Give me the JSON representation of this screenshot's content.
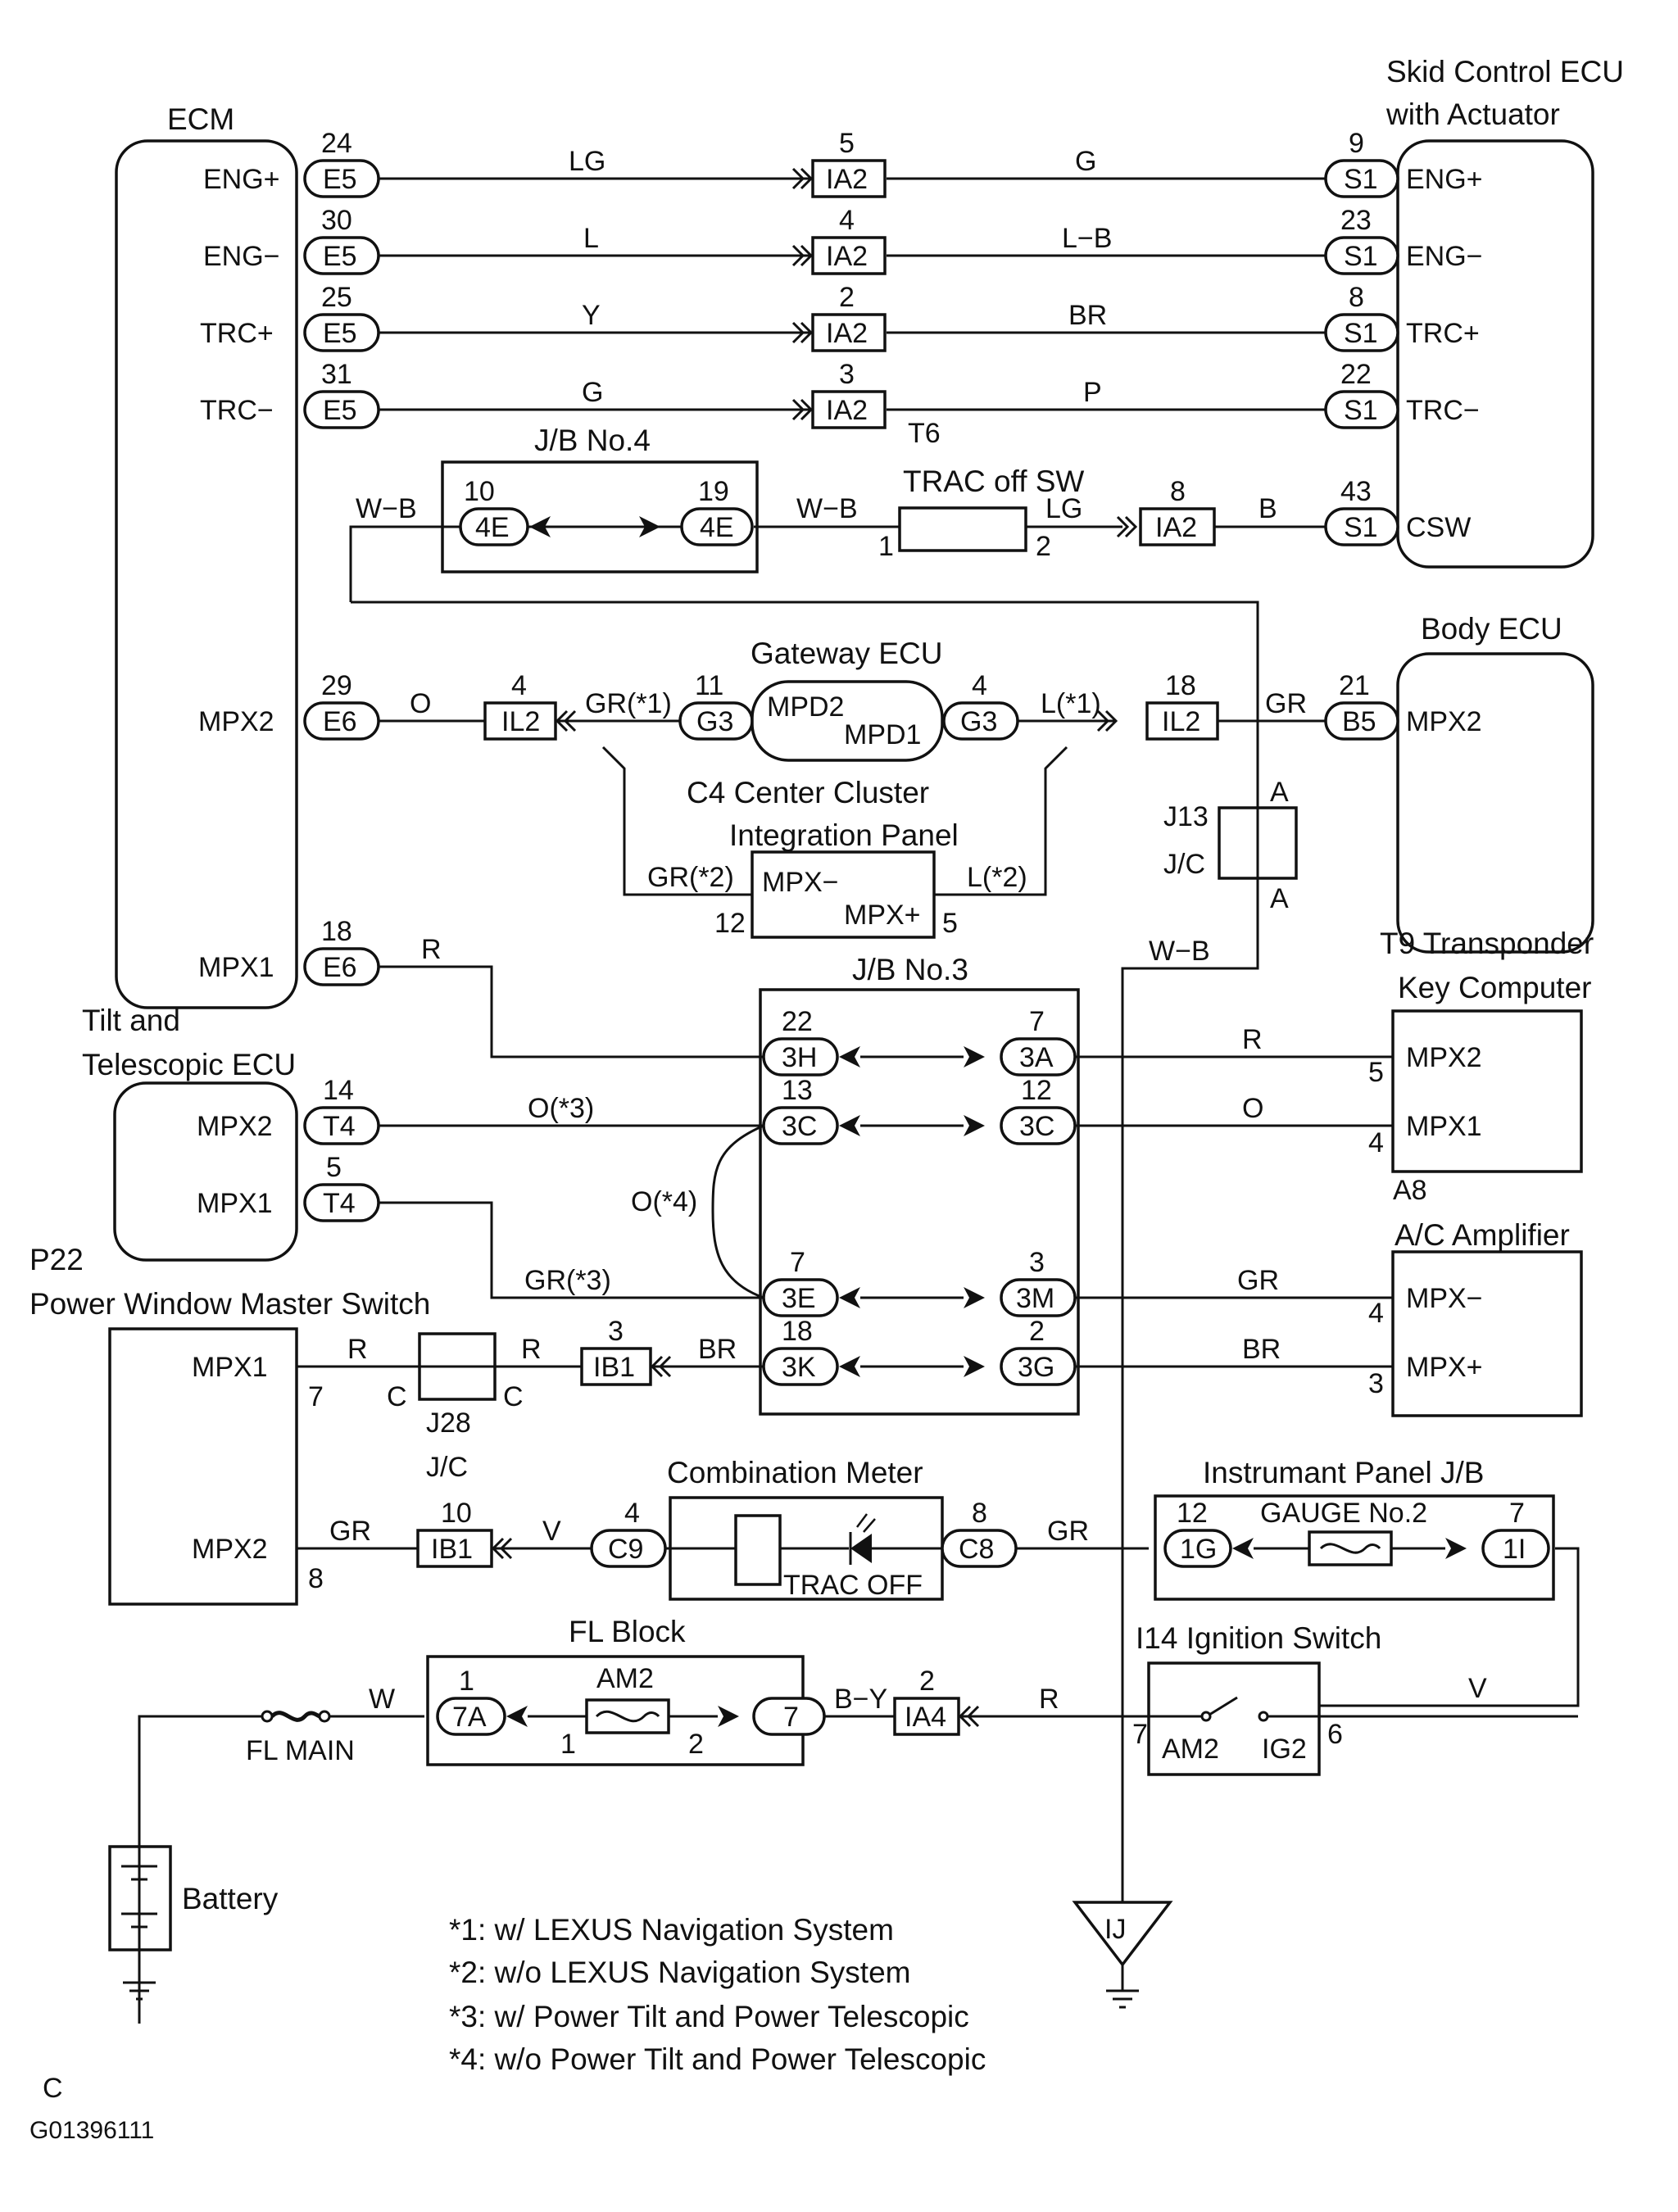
{
  "modules": {
    "ecm": "ECM",
    "skid_l1": "Skid Control ECU",
    "skid_l2": "with Actuator",
    "jb4": "J/B No.4",
    "trac_sw": "TRAC off SW",
    "t6": "T6",
    "gateway": "Gateway ECU",
    "body_ecu": "Body ECU",
    "c4_l1": "C4 Center Cluster",
    "c4_l2": "Integration Panel",
    "j13": "J13",
    "j13_jc": "J/C",
    "jb3": "J/B No.3",
    "t9_l1": "T9 Transponder",
    "t9_l2": "Key Computer",
    "tilt_l1": "Tilt and",
    "tilt_l2": "Telescopic ECU",
    "a8": "A8",
    "ac_amp": "A/C Amplifier",
    "p22": "P22",
    "pwms": "Power Window Master Switch",
    "j28": "J28",
    "j28_jc": "J/C",
    "combo": "Combination Meter",
    "trac_off": "TRAC OFF",
    "ipjb": "Instrumant Panel J/B",
    "gauge": "GAUGE No.2",
    "fl_block": "FL Block",
    "am2_fuse": "AM2",
    "i14": "I14 Ignition Switch",
    "ign_am2": "AM2",
    "ign_ig2": "IG2",
    "fl_main": "FL MAIN",
    "battery": "Battery",
    "ij": "IJ"
  },
  "pins": {
    "ecm_engp": "ENG+",
    "ecm_engm": "ENG−",
    "ecm_trcp": "TRC+",
    "ecm_trcm": "TRC−",
    "ecm_mpx2": "MPX2",
    "ecm_mpx1": "MPX1",
    "s_engp": "ENG+",
    "s_engm": "ENG−",
    "s_trcp": "TRC+",
    "s_trcm": "TRC−",
    "s_csw": "CSW",
    "gw_mpd2": "MPD2",
    "gw_mpd1": "MPD1",
    "body_mpx2": "MPX2",
    "c4_mpxm": "MPX−",
    "c4_mpxp": "MPX+",
    "t9_mpx2": "MPX2",
    "t9_mpx1": "MPX1",
    "tilt_mpx2": "MPX2",
    "tilt_mpx1": "MPX1",
    "ac_mpxm": "MPX−",
    "ac_mpxp": "MPX+",
    "pw_mpx1": "MPX1",
    "pw_mpx2": "MPX2"
  },
  "connectors": {
    "e5": "E5",
    "s1": "S1",
    "ia2": "IA2",
    "e6": "E6",
    "il2": "IL2",
    "g3": "G3",
    "b5": "B5",
    "je4": "4E",
    "h3": "3H",
    "a3": "3A",
    "c3": "3C",
    "e3": "3E",
    "m3": "3M",
    "k3": "3K",
    "g3b": "3G",
    "t4": "T4",
    "ib1": "IB1",
    "c9": "C9",
    "c8": "C8",
    "g1": "1G",
    "i1": "1I",
    "a7": "7A",
    "p7": "7",
    "ia4": "IA4"
  },
  "numbers": {
    "n24": "24",
    "n30": "30",
    "n25": "25",
    "n31": "31",
    "n5": "5",
    "n4": "4",
    "n2": "2",
    "n3": "3",
    "n9": "9",
    "n23": "23",
    "n8": "8",
    "n22": "22",
    "n10": "10",
    "n19": "19",
    "n1": "1",
    "n43": "43",
    "n29": "29",
    "n11": "11",
    "n18": "18",
    "n21": "21",
    "n12": "12",
    "n7": "7",
    "n13": "13",
    "n14": "14",
    "n6": "6",
    "ca": "A",
    "cc": "C"
  },
  "wires": {
    "lg": "LG",
    "g": "G",
    "l": "L",
    "lb": "L−B",
    "y": "Y",
    "br": "BR",
    "p": "P",
    "wb": "W−B",
    "b": "B",
    "o": "O",
    "gr1": "GR(*1)",
    "l1": "L(*1)",
    "gr": "GR",
    "gr2": "GR(*2)",
    "l2": "L(*2)",
    "r": "R",
    "o3": "O(*3)",
    "o4": "O(*4)",
    "gr3": "GR(*3)",
    "v": "V",
    "w": "W",
    "by": "B−Y"
  },
  "notes": [
    "*1: w/ LEXUS Navigation System",
    "*2: w/o LEXUS Navigation System",
    "*3: w/ Power Tilt and Power Telescopic",
    "*4: w/o Power Tilt and Power Telescopic"
  ],
  "footer": {
    "c": "C",
    "code": "G01396111"
  }
}
